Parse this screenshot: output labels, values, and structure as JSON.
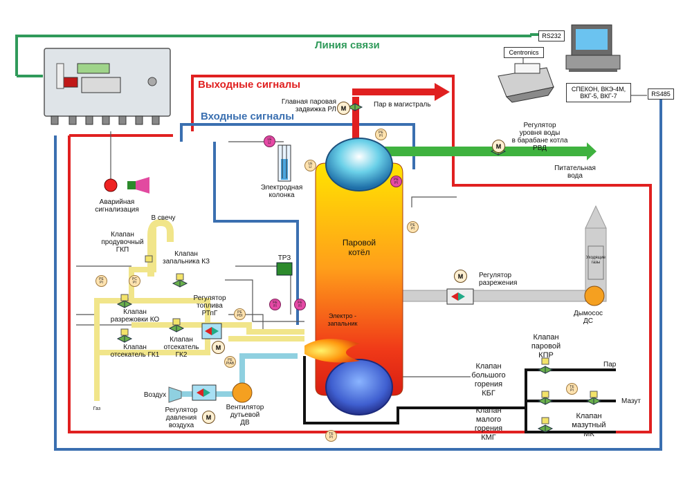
{
  "bus_labels": {
    "comm_line": "Линия связи",
    "output_signals": "Выходные сигналы",
    "input_signals": "Входные сигналы"
  },
  "devices": {
    "rs232": "RS232",
    "centronics": "Centronics",
    "rs485": "RS485",
    "external_units": "СПЕКОН, ВКЭ-4М,\nВКГ-5, ВКГ-7"
  },
  "labels": {
    "main_steam_valve": "Главная паровая\nзадвижка РЛ",
    "steam_to_main": "Пар в магистраль",
    "level_regulator": "Регулятор\nуровня воды\nв барабане котла\nРВД",
    "feed_water": "Питательная\nвода",
    "electrode_column": "Электродная\nколонка",
    "alarm": "Аварийная\nсигнализация",
    "to_candle": "В свечу",
    "purge_valve": "Клапан\nпродувочный\nГКП",
    "igniter_valve": "Клапан\nзапальника КЗ",
    "boiler": "Паровой\nкотёл",
    "tr3": "ТРЗ",
    "fuel_regulator": "Регулятор\nтоплива\nРТпГ",
    "leak_valve": "Клапан\nразрежовки КО",
    "cutoff_valve_1": "Клапан\nотсекатель ГК1",
    "cutoff_valve_2": "Клапан\nотсекатель\nГК2",
    "electro_igniter": "Электро -\nзапальник",
    "air": "Воздух",
    "air_regulator": "Регулятор\nдавления\nвоздуха",
    "blower_fan": "Вентилятор\nдутьевой\nДВ",
    "draft_regulator": "Регулятор\nразрежения",
    "flue_gases": "Уходящие\nгазы",
    "smoke_exhauster": "Дымосос\nДС",
    "steam_valve": "Клапан\nпаровой\nКПР",
    "big_burn_valve": "Клапан\nбольшого\nгорения\nКБГ",
    "small_burn_valve": "Клапан\nмалого\nгорения\nКМГ",
    "fuel_oil_valve": "Клапан\nмазутный\nМК",
    "steam": "Пар",
    "fuel_oil": "Мазут",
    "gas": "Газ",
    "motor": "М"
  },
  "sensors": {
    "p1": "PE\nPI",
    "le1": "LE\nLI",
    "le2": "LE\nLI",
    "p2": "PE\nPI",
    "pdi": "PE\nPDI",
    "pe_draft": "PE\nPI",
    "pe_gas": "PE\nPI",
    "pc": "PC\nPI",
    "fe1": "FE\nFI",
    "fe2": "FE\nFI",
    "pe_air": "PE\nPIAB",
    "te_oil": "TE\nPI",
    "te_bottom": "TE\nPI"
  },
  "colors": {
    "comm_line": "#2f9a5a",
    "output": "#e02020",
    "input": "#3a6fb0",
    "feed_water": "#3fb23f",
    "gas_pipe": "#f1e58a",
    "flue": "#c8c8c8"
  }
}
